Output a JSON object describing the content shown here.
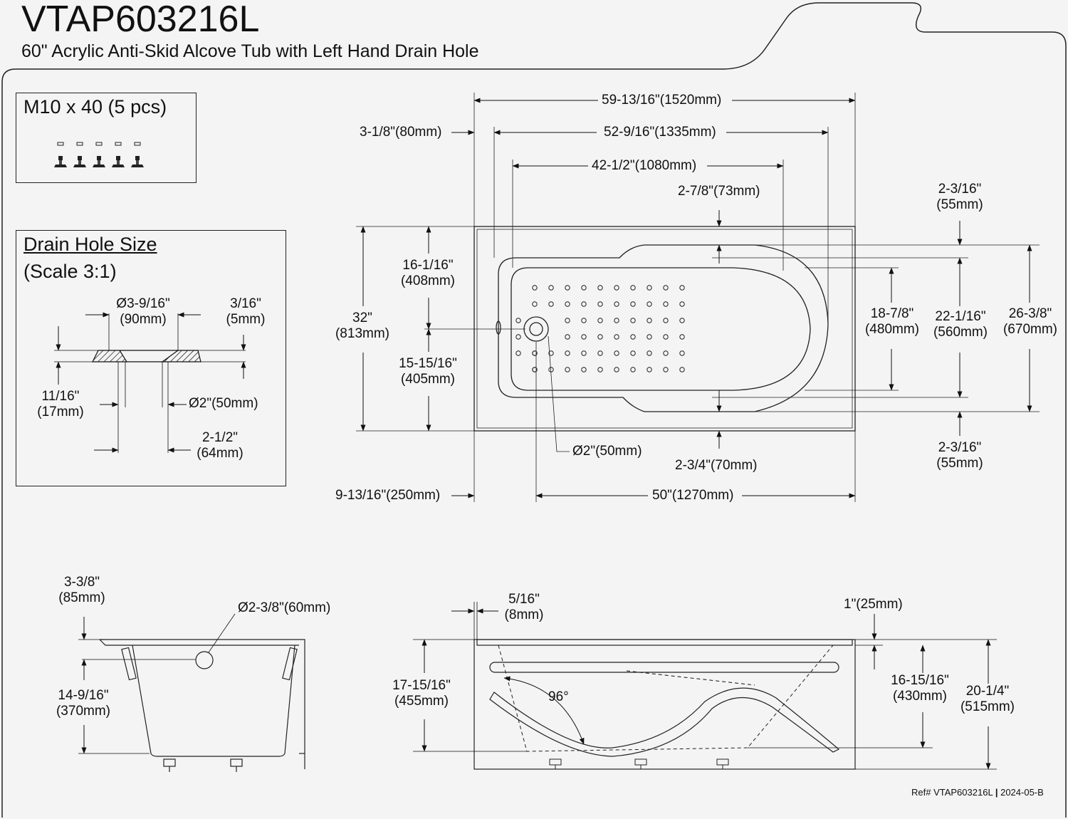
{
  "header": {
    "model": "VTAP603216L",
    "subtitle": "60\" Acrylic Anti-Skid Alcove Tub with Left Hand Drain Hole"
  },
  "hardware_box": {
    "label": "M10 x 40 (5 pcs)",
    "count": 5
  },
  "drain_box": {
    "title": "Drain Hole Size",
    "scale": "(Scale 3:1)",
    "dims": {
      "dia_top": "Ø3-9/16\"",
      "dia_top_mm": "(90mm)",
      "thk": "3/16\"",
      "thk_mm": "(5mm)",
      "depth": "11/16\"",
      "depth_mm": "(17mm)",
      "dia_in": "Ø2\"(50mm)",
      "out": "2-1/2\"",
      "out_mm": "(64mm)"
    }
  },
  "top_view": {
    "overall_length": "59-13/16\"(1520mm)",
    "rim_offset": "3-1/8\"(80mm)",
    "inner_length": "52-9/16\"(1335mm)",
    "floor_length": "42-1/2\"(1080mm)",
    "rim_back": "2-7/8\"(73mm)",
    "right_top": "2-3/16\"",
    "right_top_mm": "(55mm)",
    "upper_half": "16-1/16\"",
    "upper_half_mm": "(408mm)",
    "width": "32\"",
    "width_mm": "(813mm)",
    "lower_half": "15-15/16\"",
    "lower_half_mm": "(405mm)",
    "floor_width": "18-7/8\"",
    "floor_width_mm": "(480mm)",
    "mid_width": "22-1/16\"",
    "mid_width_mm": "(560mm)",
    "inner_width": "26-3/8\"",
    "inner_width_mm": "(670mm)",
    "drain_dia": "Ø2\"(50mm)",
    "rim_front": "2-3/4\"(70mm)",
    "right_bottom": "2-3/16\"",
    "right_bottom_mm": "(55mm)",
    "drain_offset": "9-13/16\"(250mm)",
    "drain_to_end": "50\"(1270mm)"
  },
  "end_view": {
    "rim": "3-3/8\"",
    "rim_mm": "(85mm)",
    "overflow": "Ø2-3/8\"(60mm)",
    "depth": "14-9/16\"",
    "depth_mm": "(370mm)"
  },
  "side_view": {
    "lip": "5/16\"",
    "lip_mm": "(8mm)",
    "top_rim": "1\"(25mm)",
    "height": "17-15/16\"",
    "height_mm": "(455mm)",
    "angle": "96°",
    "water_depth": "16-15/16\"",
    "water_depth_mm": "(430mm)",
    "overall_height": "20-1/4\"",
    "overall_height_mm": "(515mm)"
  },
  "footer": {
    "ref": "Ref# VTAP603216L",
    "sep": "|",
    "date": "2024-05-B"
  }
}
